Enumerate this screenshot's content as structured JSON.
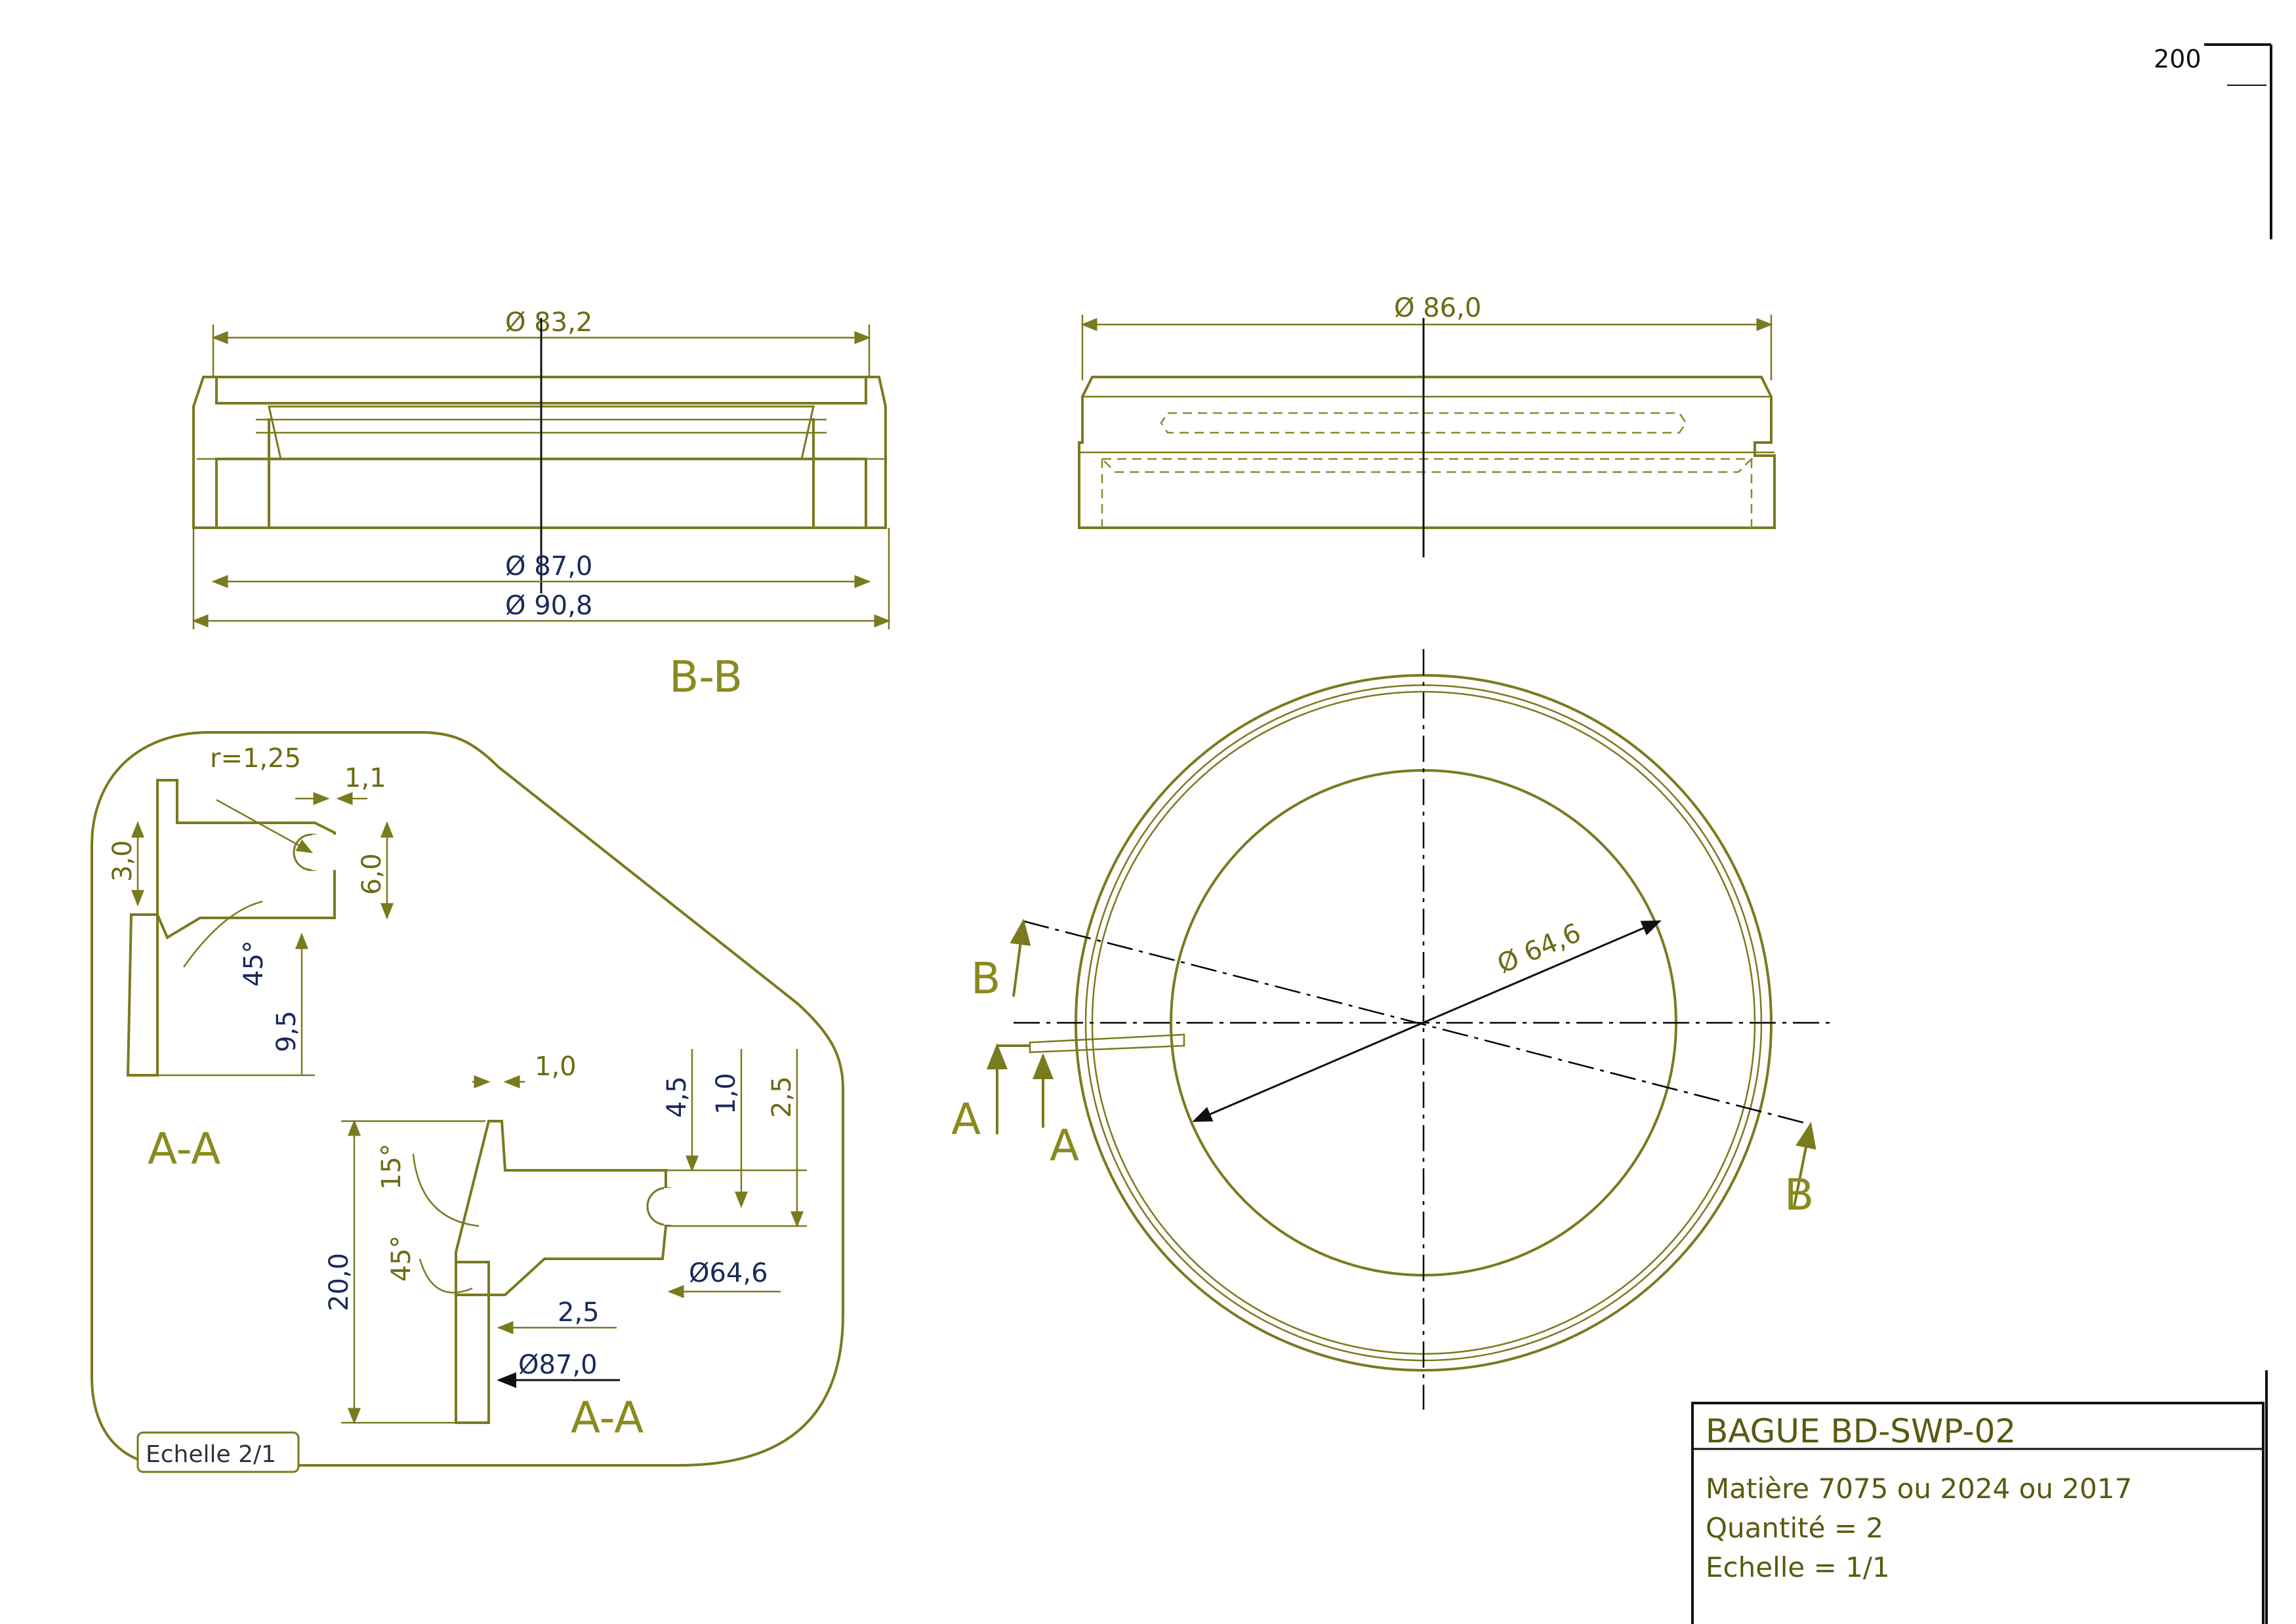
{
  "page_number": "200",
  "section_b_b": {
    "title": "B-B",
    "dim_top": "Ø 83,2",
    "dim_mid": "Ø 87,0",
    "dim_bottom": "Ø 90,8"
  },
  "side_view": {
    "dim_top": "Ø 86,0"
  },
  "plan_view": {
    "dim_inner": "Ø 64,6",
    "cut_a_left": "A",
    "cut_a_right": "A",
    "cut_b_top": "B",
    "cut_b_bottom": "B"
  },
  "detail": {
    "top": {
      "radius": "r=1,25",
      "d1": "1,1",
      "d2": "3,0",
      "d3": "6,0",
      "angle": "45°",
      "d4": "9,5",
      "label": "A-A"
    },
    "bottom": {
      "d1": "1,0",
      "d2": "4,5",
      "d3": "1,0",
      "d4": "2,5",
      "angle15": "15°",
      "angle45": "45°",
      "height": "20,0",
      "dia1": "Ø64,6",
      "dia2": "2,5",
      "dia3": "Ø87,0",
      "label": "A-A"
    },
    "scale": "Echelle 2/1"
  },
  "title_block": {
    "title": "BAGUE BD-SWP-02",
    "material": "Matière  7075 ou 2024 ou 2017",
    "quantity": "Quantité = 2",
    "scale": "Echelle =  1/1"
  }
}
